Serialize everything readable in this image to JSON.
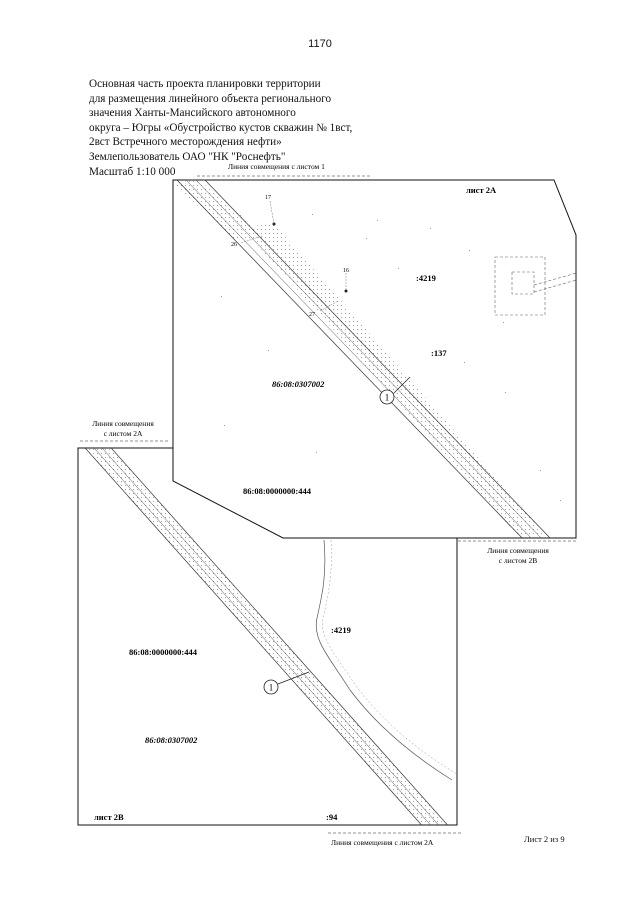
{
  "page_number": "1170",
  "header_lines": [
    "Основная часть проекта планировки территории",
    "для размещения линейного объекта регионального",
    "значения Ханты-Мансийского автономного",
    "округа – Югры «Обустройство кустов скважин № 1вст,",
    "2вст Встречного месторождения нефти»",
    "Землепользователь ОАО \"НК \"Роснефть\"",
    "Масштаб 1:10 000"
  ],
  "sheet_2a": {
    "title": "лист 2А",
    "top_match_line": "Линия совмещения с листом 1",
    "right_match_line": [
      "Линия совмещения",
      "с листом 2В"
    ],
    "parcel_4219": ":4219",
    "parcel_137": ":137",
    "quarter": "86:08:0307002",
    "parcel_444": "86:08:0000000:444",
    "point_labels": [
      "17",
      "26",
      "16",
      "27"
    ],
    "callout": "1"
  },
  "sheet_2b": {
    "title": "лист 2В",
    "left_match_line": [
      "Линия совмещения",
      "с листом 2А"
    ],
    "bottom_match_line": "Линия совмещения с листом 2А",
    "parcel_4219": ":4219",
    "parcel_444": "86:08:0000000:444",
    "quarter": "86:08:0307002",
    "parcel_94": ":94",
    "callout": "1"
  },
  "page_footer": "Лист 2 из 9"
}
